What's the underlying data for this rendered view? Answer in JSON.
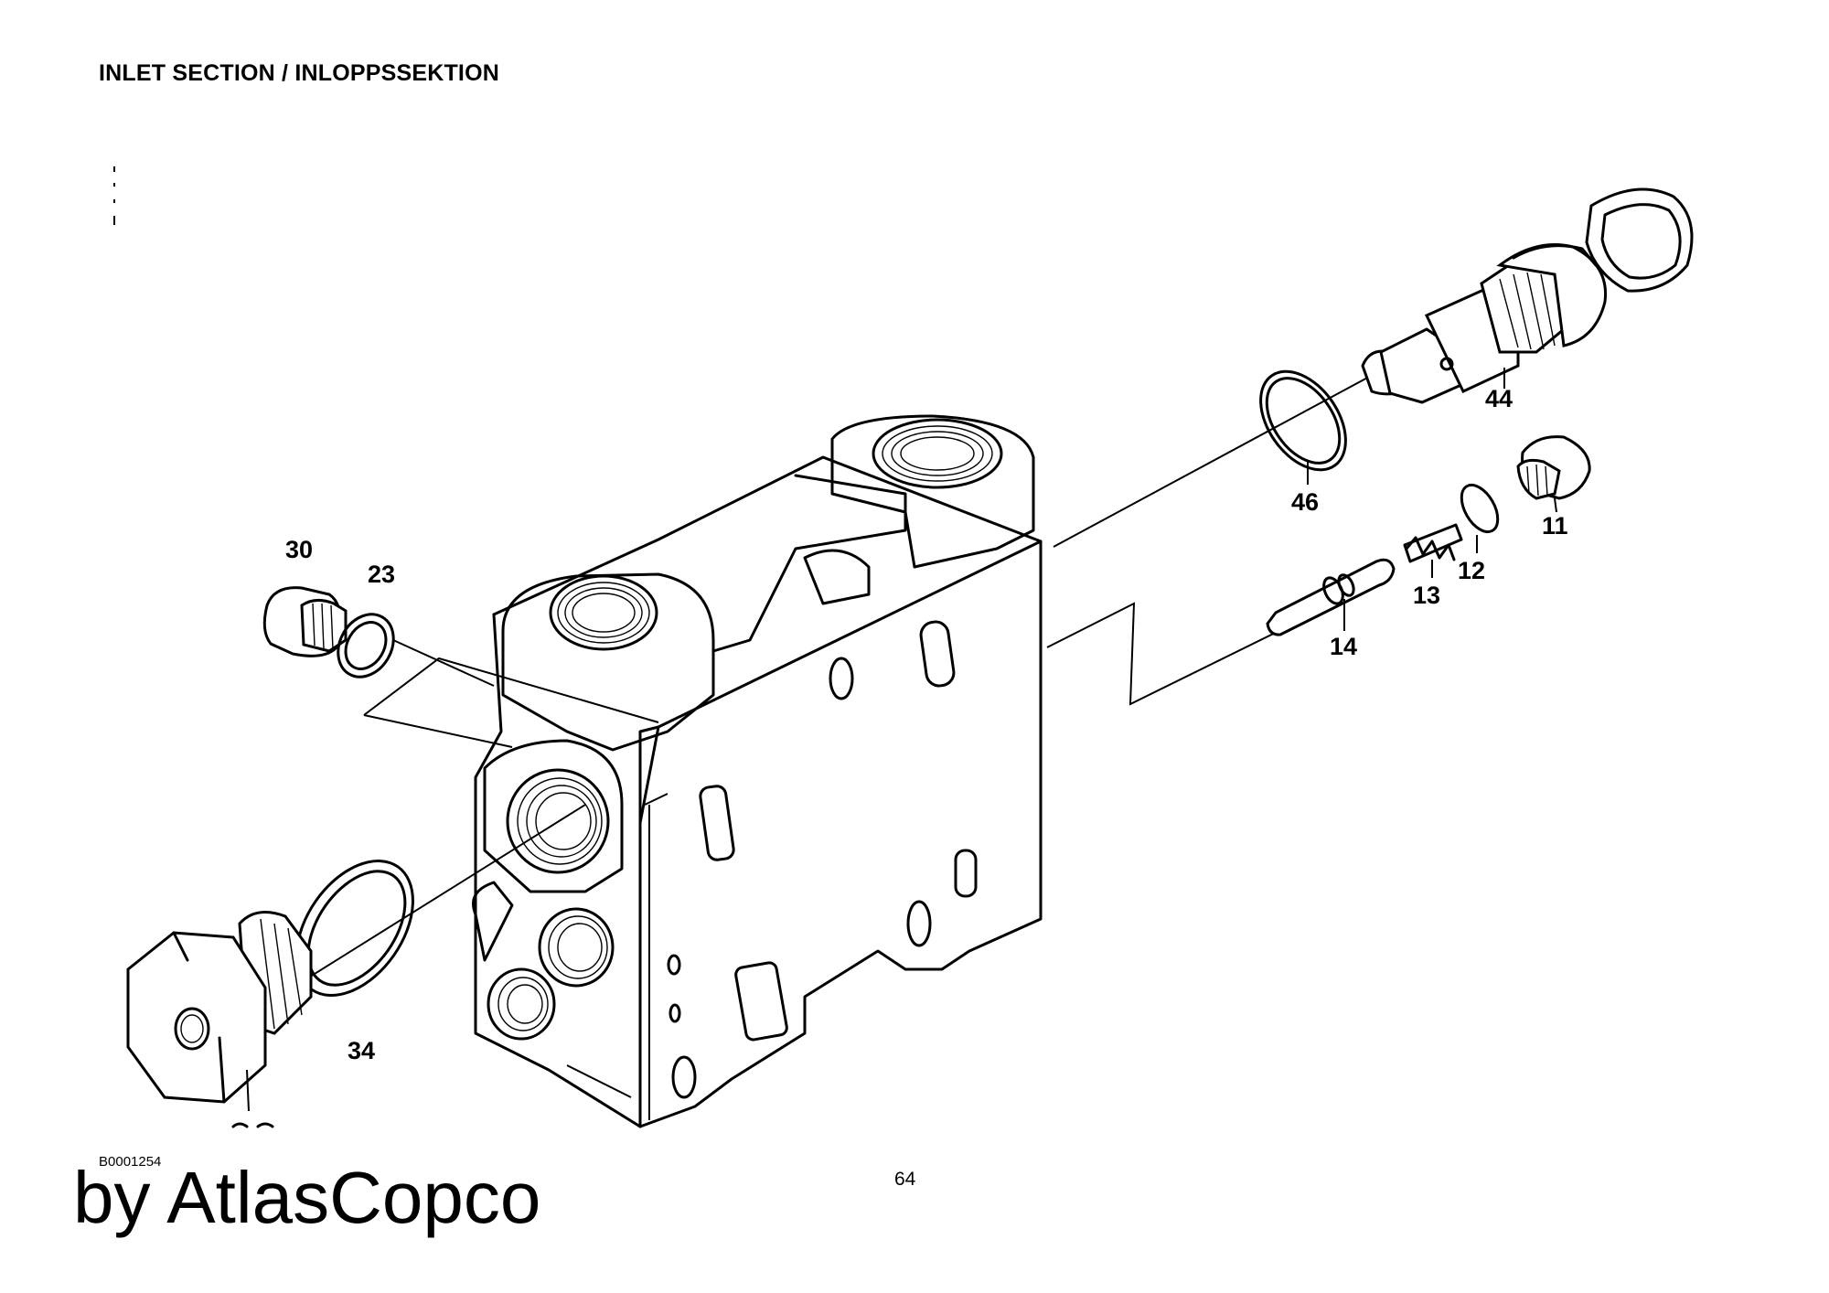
{
  "header": {
    "title": "INLET SECTION / INLOPPSSEKTION"
  },
  "diagram": {
    "part_labels": {
      "p30": "30",
      "p23": "23",
      "p34": "34",
      "p46": "46",
      "p44": "44",
      "p11": "11",
      "p12": "12",
      "p13": "13",
      "p14": "14"
    }
  },
  "footer": {
    "figure_code": "B0001254",
    "page_number": "64",
    "watermark": "by AtlasCopco"
  },
  "colors": {
    "ink": "#000000",
    "paper": "#ffffff"
  }
}
